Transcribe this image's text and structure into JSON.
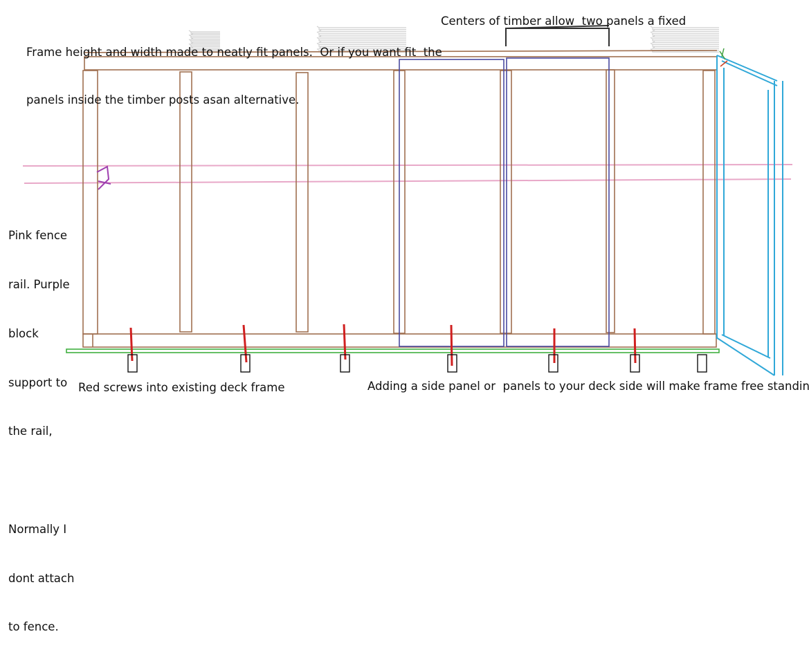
{
  "annotations": {
    "top_left": [
      "Frame height and width made to neatly fit panels.  Or if you want fit  the",
      "panels inside the timber posts asan alternative."
    ],
    "top_right": "Centers of timber allow  two panels a fixed",
    "left": [
      "Pink fence",
      "rail. Purple",
      "block",
      "support to",
      "the rail,",
      "",
      "Normally I",
      "dont attach",
      "to fence."
    ],
    "bottom_left": "Red screws into existing deck frame",
    "bottom_right": "Adding a side panel or  panels to your deck side will make frame free standing"
  },
  "colors": {
    "timber": "#a07050",
    "panel": "#4a4aa0",
    "fence_rail": "#e8a8c8",
    "support_block": "#a040b0",
    "screw": "#d02020",
    "deck": "#40b040",
    "side_frame": "#30a8d8",
    "bracket": "#303030",
    "scribble": "#d0d0d0"
  }
}
